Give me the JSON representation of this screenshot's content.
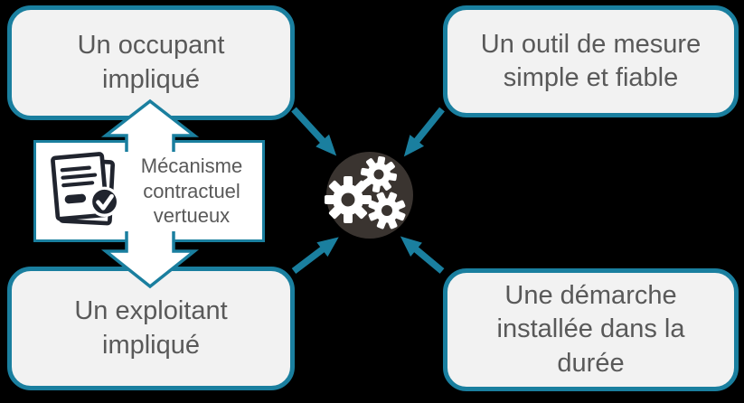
{
  "boxes": {
    "top_left": {
      "label": "Un occupant impliqué"
    },
    "top_right": {
      "label": "Un outil de mesure simple et fiable"
    },
    "bottom_left": {
      "label": "Un exploitant impliqué"
    },
    "bottom_right": {
      "label": "Une démarche installée dans la durée"
    },
    "center": {
      "label": "Mécanisme contractuel vertueux"
    }
  },
  "icons": {
    "center_panel": "contract-document-with-checkmark-icon",
    "hub": "gears-in-circle-icon",
    "vertical_link": "double-headed-block-arrow",
    "converging": "four-arrows-pointing-to-hub"
  },
  "colors": {
    "accent_teal": "#1a7f9f",
    "box_fill": "#f2f2f2",
    "panel_fill": "#ffffff",
    "text_gray": "#595959",
    "hub_circle": "#3a3430",
    "icon_ink": "#20242e",
    "background": "#000000"
  }
}
